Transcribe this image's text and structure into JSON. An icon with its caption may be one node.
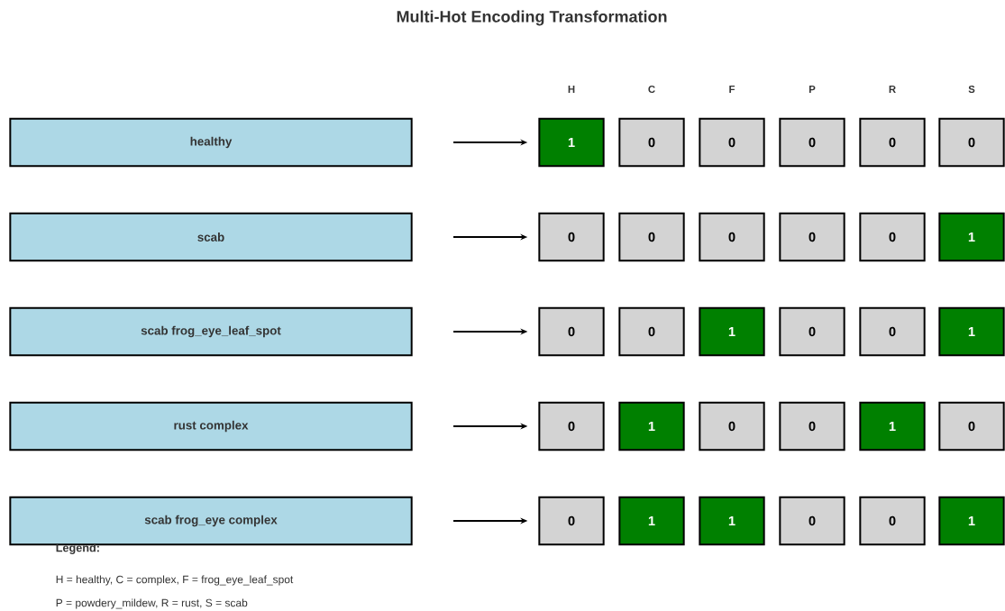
{
  "diagram": {
    "title": "Multi-Hot Encoding Transformation",
    "nodes": [
      {
        "text": [
          "healthy"
        ]
      },
      {
        "text": [
          "1"
        ]
      },
      {
        "text": [
          "0"
        ]
      },
      {
        "text": [
          "0"
        ]
      },
      {
        "text": [
          "0"
        ]
      },
      {
        "text": [
          "0"
        ]
      },
      {
        "text": [
          "0"
        ]
      },
      {
        "text": [
          "scab"
        ]
      },
      {
        "text": [
          "0"
        ]
      },
      {
        "text": [
          "0"
        ]
      },
      {
        "text": [
          "0"
        ]
      },
      {
        "text": [
          "0"
        ]
      },
      {
        "text": [
          "0"
        ]
      },
      {
        "text": [
          "1"
        ]
      },
      {
        "text": [
          "scab frog_eye_leaf_spot"
        ]
      },
      {
        "text": [
          "0"
        ]
      },
      {
        "text": [
          "0"
        ]
      },
      {
        "text": [
          "1"
        ]
      },
      {
        "text": [
          "0"
        ]
      },
      {
        "text": [
          "0"
        ]
      },
      {
        "text": [
          "1"
        ]
      },
      {
        "text": [
          "rust complex"
        ]
      },
      {
        "text": [
          "0"
        ]
      },
      {
        "text": [
          "1"
        ]
      },
      {
        "text": [
          "0"
        ]
      },
      {
        "text": [
          "0"
        ]
      },
      {
        "text": [
          "1"
        ]
      },
      {
        "text": [
          "0"
        ]
      },
      {
        "text": [
          "scab frog_eye complex"
        ]
      },
      {
        "text": [
          "0"
        ]
      },
      {
        "text": [
          "1"
        ]
      },
      {
        "text": [
          "1"
        ]
      },
      {
        "text": [
          "0"
        ]
      },
      {
        "text": [
          "0"
        ]
      },
      {
        "text": [
          "1"
        ]
      }
    ],
    "edges": [
      {
        "from": 0,
        "to": 1,
        "arrow": "to"
      },
      {
        "from": 7,
        "to": 8,
        "arrow": "to"
      },
      {
        "from": 14,
        "to": 15,
        "arrow": "to"
      },
      {
        "from": 21,
        "to": 22,
        "arrow": "to"
      },
      {
        "from": 28,
        "to": 29,
        "arrow": "to"
      }
    ],
    "labels": [
      "H",
      "C",
      "F",
      "P",
      "R",
      "S",
      "Legend:",
      "H = healthy, C = complex, F = frog_eye_leaf_spot",
      "P = powdery_mildew, R = rust, S = scab"
    ]
  }
}
